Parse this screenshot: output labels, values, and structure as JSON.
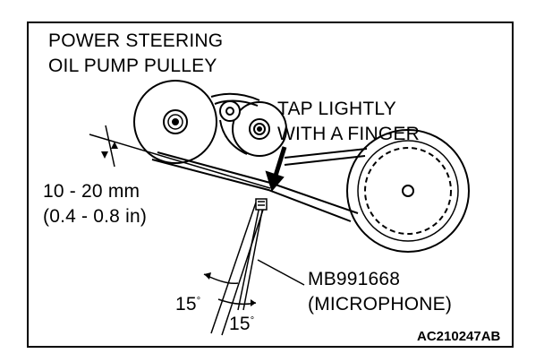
{
  "labels": {
    "pulley_line1": "POWER STEERING",
    "pulley_line2": "OIL PUMP PULLEY",
    "tap_line1": "TAP LIGHTLY",
    "tap_line2": "WITH A FINGER",
    "deflection_line1": "10 - 20 mm",
    "deflection_line2": "(0.4 - 0.8 in)",
    "angle_left": "15",
    "angle_right": "15",
    "degree_mark": "°",
    "tool_line1": "MB991668",
    "tool_line2": "(MICROPHONE)",
    "figure_code": "AC210247AB"
  }
}
